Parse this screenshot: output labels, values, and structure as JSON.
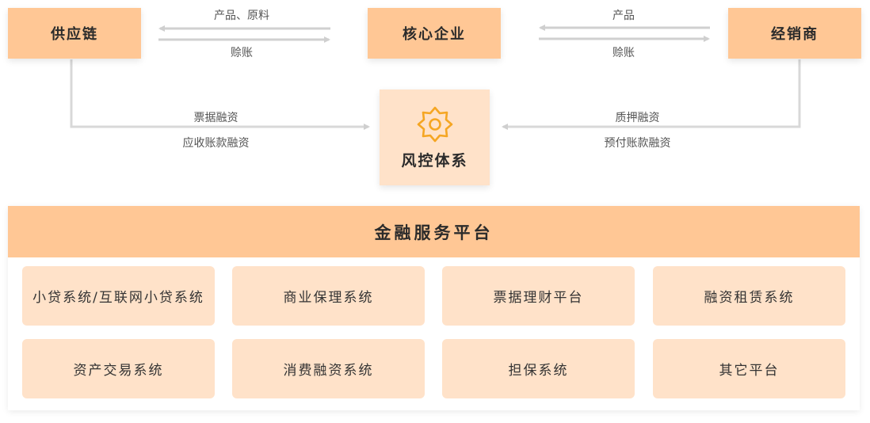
{
  "nodes": {
    "supply": "供应链",
    "core": "核心企业",
    "dealer": "经销商",
    "risk": "风控体系"
  },
  "flows": {
    "supply_core_top": "产品、原料",
    "supply_core_bottom": "赊账",
    "core_dealer_top": "产品",
    "core_dealer_bottom": "赊账",
    "supply_risk_top": "票据融资",
    "supply_risk_bottom": "应收账款融资",
    "dealer_risk_top": "质押融资",
    "dealer_risk_bottom": "预付账款融资"
  },
  "icons": {
    "risk": "settings-gear-icon"
  },
  "colors": {
    "node": "#ffc795",
    "card": "#ffe2c9",
    "icon": "#f5a623",
    "line": "#d0d0d0"
  },
  "platform": {
    "title": "金融服务平台",
    "items": [
      "小贷系统/互联网小贷系统",
      "商业保理系统",
      "票据理财平台",
      "融资租赁系统",
      "资产交易系统",
      "消费融资系统",
      "担保系统",
      "其它平台"
    ]
  }
}
